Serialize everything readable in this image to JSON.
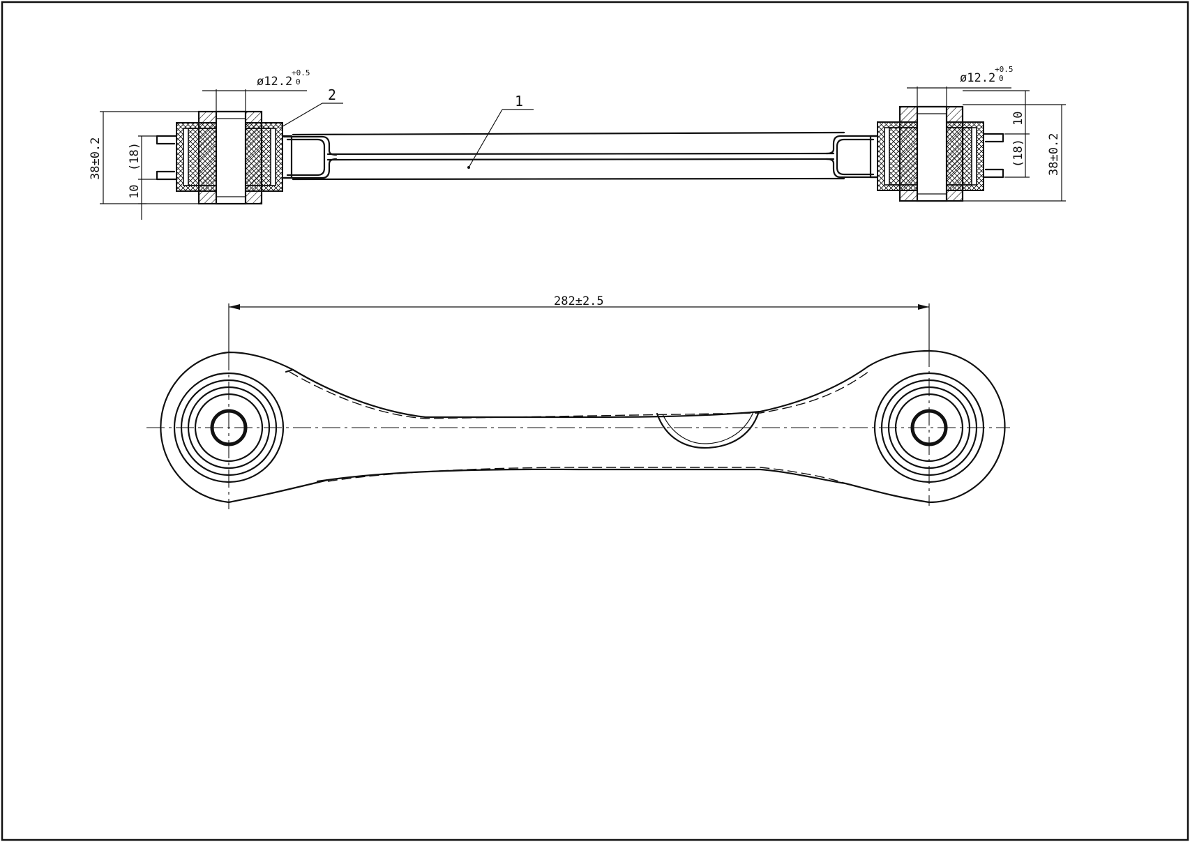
{
  "callouts": {
    "part_1": "1",
    "part_2": "2"
  },
  "dimensions": {
    "bore_diameter_left": "ø12.2",
    "bore_diameter_right": "ø12.2",
    "bore_tol_upper": "+0.5",
    "bore_tol_lower": "0",
    "bushing_width_left": "38±0.2",
    "bushing_width_right": "38±0.2",
    "inner_ref_left": "(18)",
    "inner_ref_right": "(18)",
    "offset_left": "10",
    "offset_right": "10",
    "center_distance": "282±2.5"
  },
  "colors": {
    "ink": "#111111",
    "paper": "#ffffff"
  }
}
